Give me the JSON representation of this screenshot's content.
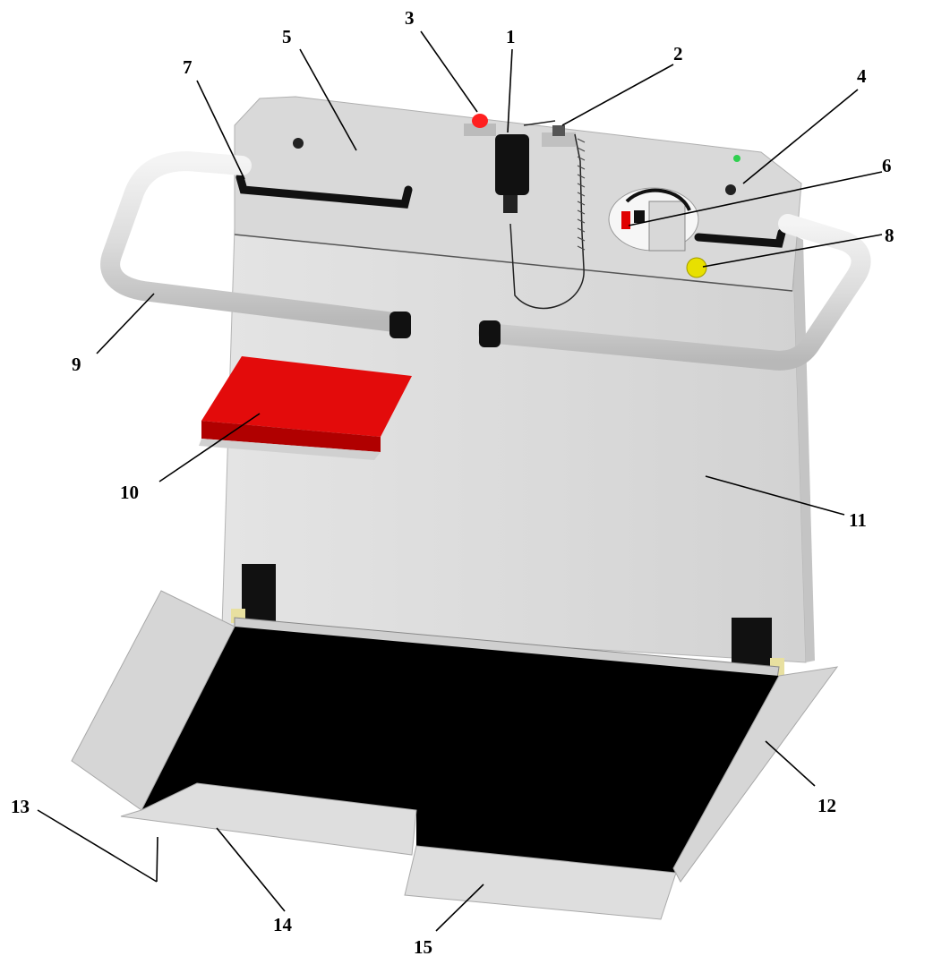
{
  "figure": {
    "callouts": [
      {
        "number": "1"
      },
      {
        "number": "2"
      },
      {
        "number": "3"
      },
      {
        "number": "4"
      },
      {
        "number": "5"
      },
      {
        "number": "6"
      },
      {
        "number": "7"
      },
      {
        "number": "8"
      },
      {
        "number": "9"
      },
      {
        "number": "10"
      },
      {
        "number": "11"
      },
      {
        "number": "12"
      },
      {
        "number": "13"
      },
      {
        "number": "14"
      },
      {
        "number": "15"
      }
    ],
    "colors": {
      "panel": "#dcdcdc",
      "panel_shadow": "#c8c8c8",
      "top_box": "#d4d4d4",
      "handle_rail": "#e6e6e6",
      "red_pad": "#e30b0b",
      "black_sheet": "#000000",
      "flap": "#d8d8d8",
      "yellow_button": "#e8e000",
      "red_button": "#ff2020",
      "green_led": "#30d050"
    }
  }
}
